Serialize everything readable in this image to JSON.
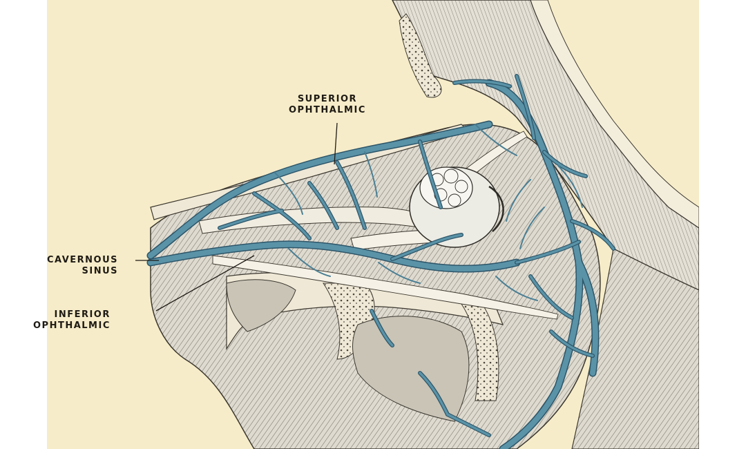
{
  "labels": {
    "superior": {
      "line1": "SUPERIOR",
      "line2": "OPHTHALMIC"
    },
    "cavernous": {
      "line1": "CAVERNOUS",
      "line2": "SINUS"
    },
    "inferior": {
      "line1": "INFERIOR",
      "line2": "OPHTHALMIC"
    }
  },
  "colors": {
    "paper": "#f6ecc9",
    "vein": "#5a93a8",
    "vein_outline": "#2d5568",
    "ink": "#1e1a14",
    "bone": "#e9e2cf",
    "tissue": "#d9d4c4"
  }
}
